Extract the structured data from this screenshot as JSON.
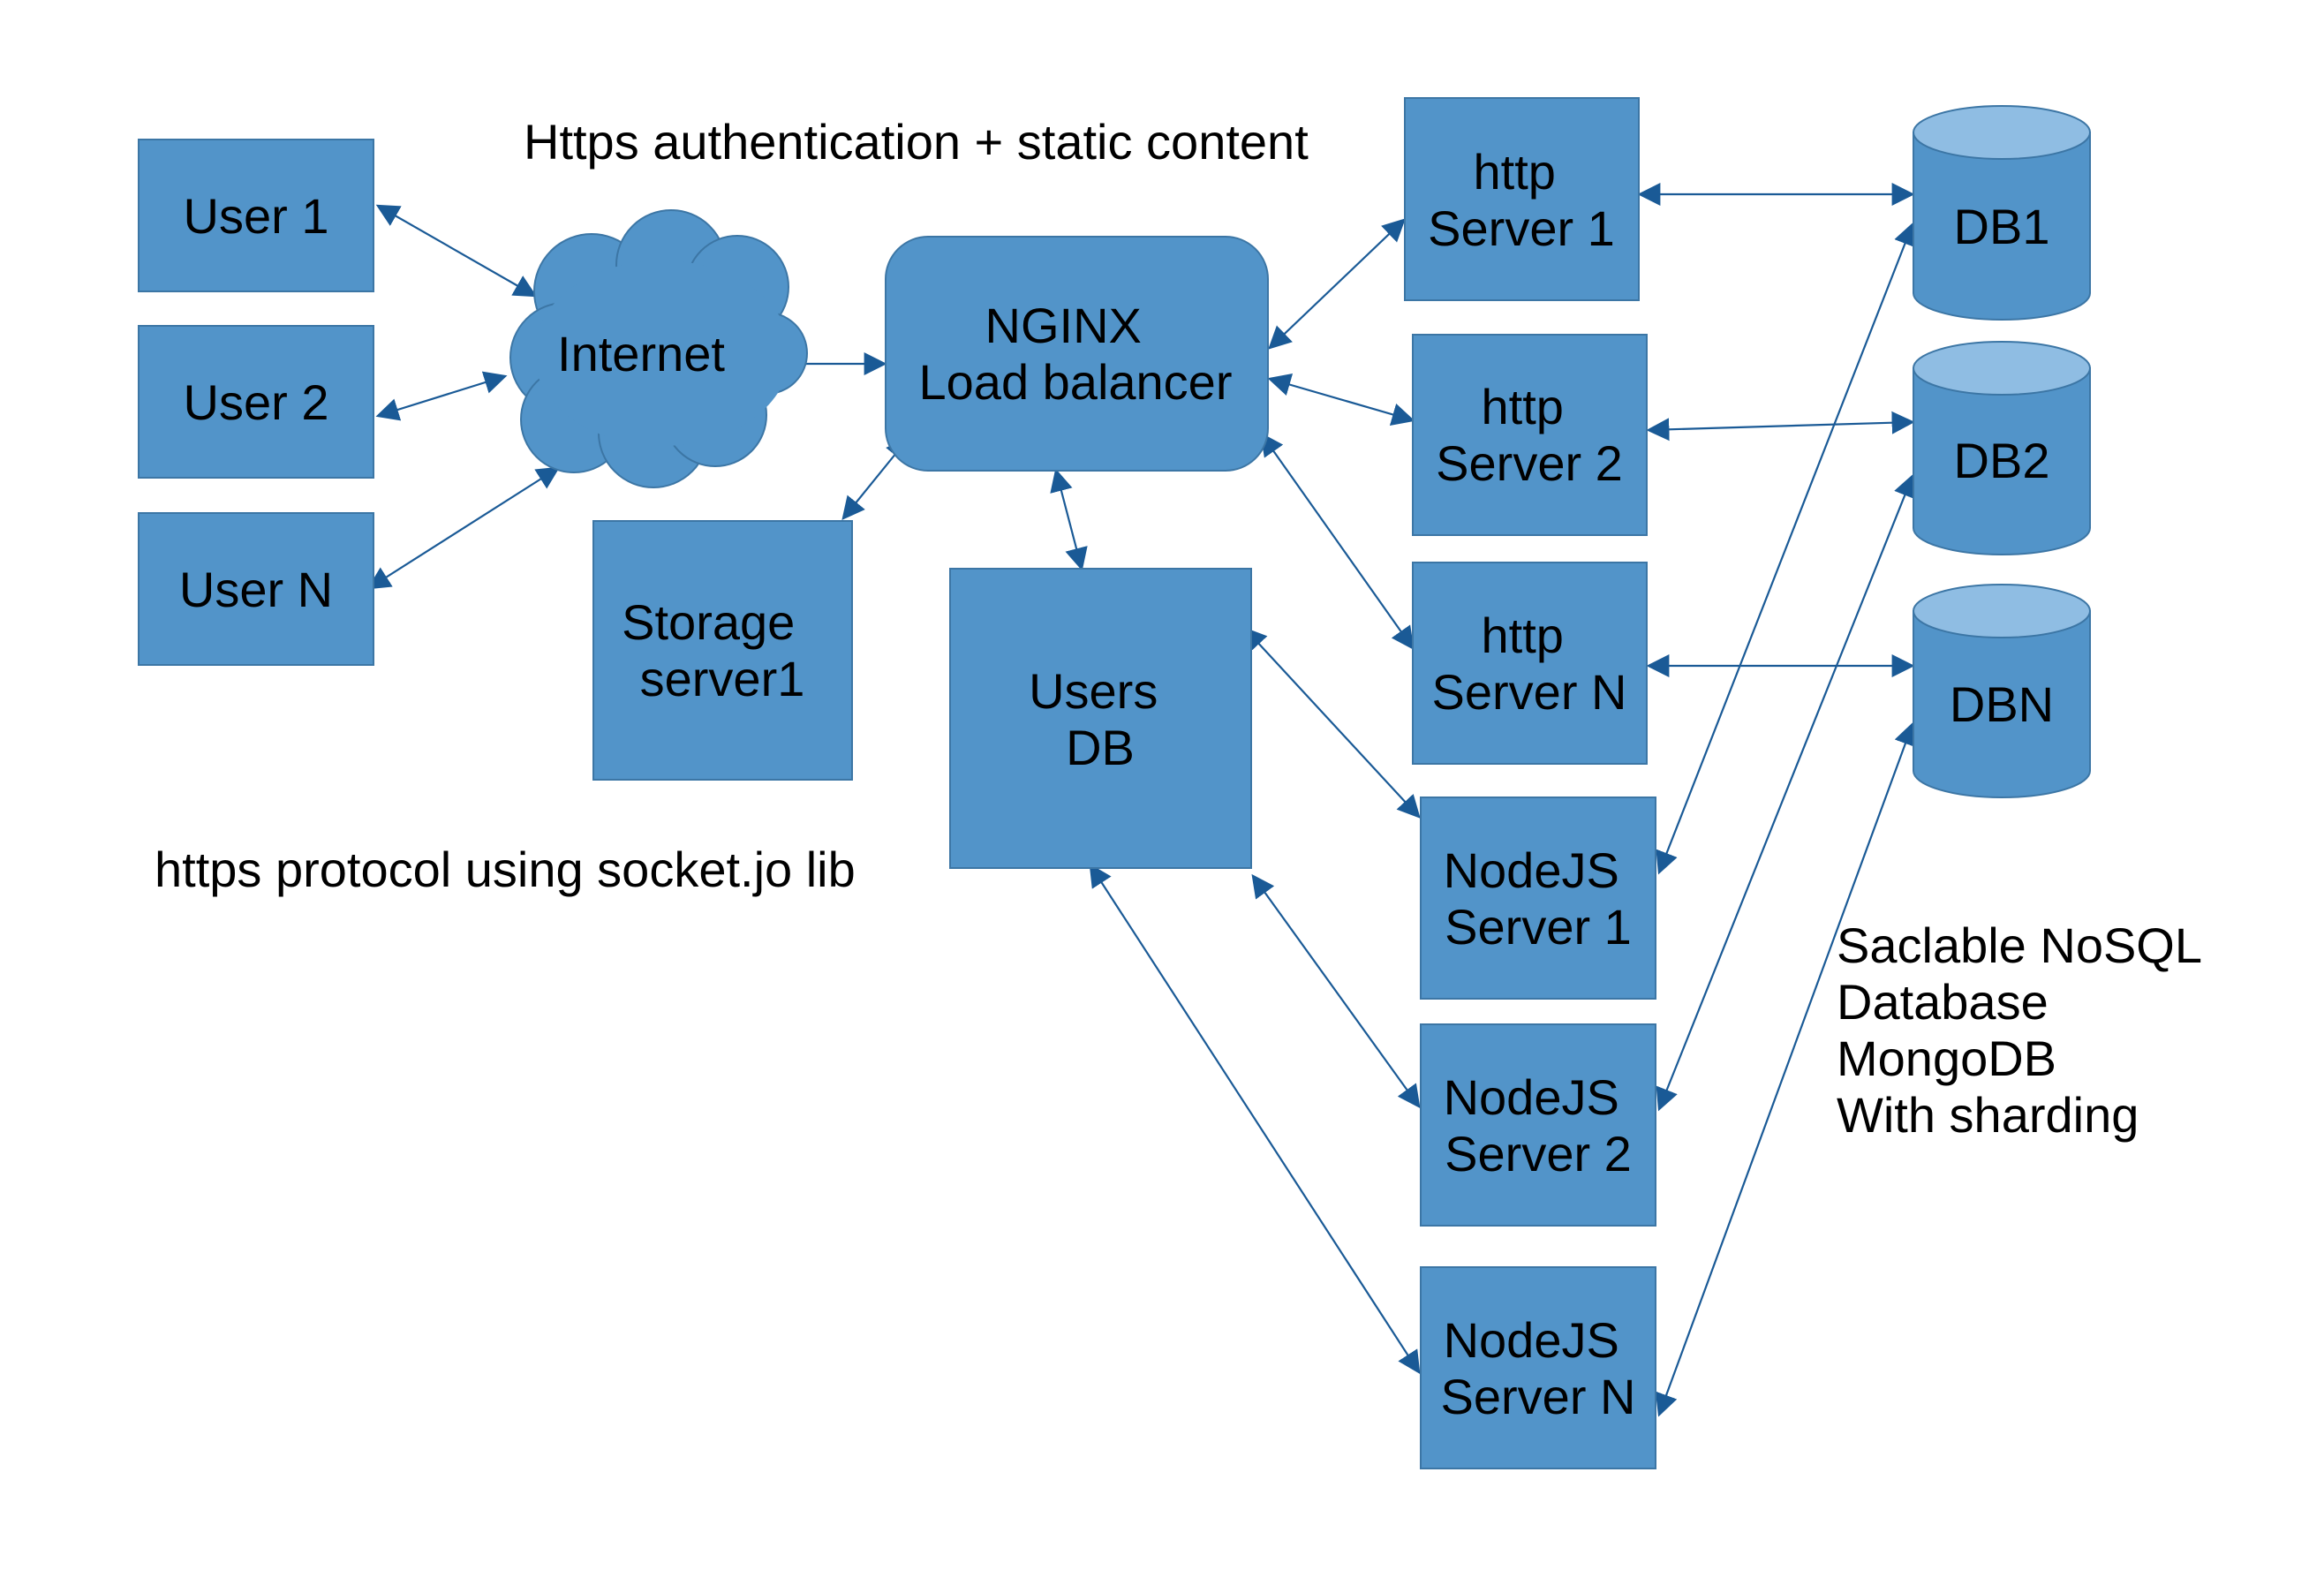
{
  "colors": {
    "box": "#5294c9",
    "box_border": "#3c76a5",
    "cylinder_top": "#8fbde3",
    "connector": "#1a5a96",
    "text": "#000000",
    "background": "#ffffff"
  },
  "nodes": {
    "user1": [
      "User 1"
    ],
    "user2": [
      "User 2"
    ],
    "userN": [
      "User N"
    ],
    "internet": [
      "Internet"
    ],
    "nginx": [
      "NGINX",
      "Load balancer"
    ],
    "storage": [
      "Storage",
      "server1"
    ],
    "usersdb": [
      "Users",
      "DB"
    ],
    "http1": [
      "http",
      "Server 1"
    ],
    "http2": [
      "http",
      "Server 2"
    ],
    "httpN": [
      "http",
      "Server N"
    ],
    "node1": [
      "NodeJS",
      "Server 1"
    ],
    "node2": [
      "NodeJS",
      "Server 2"
    ],
    "nodeN": [
      "NodeJS",
      "Server N"
    ],
    "db1": [
      "DB1"
    ],
    "db2": [
      "DB2"
    ],
    "dbN": [
      "DBN"
    ]
  },
  "captions": {
    "https_auth": [
      "Https authentication + static content"
    ],
    "https_protocol": [
      "https protocol using socket.jo lib"
    ],
    "nosql": [
      "Saclable NoSQL",
      "Database",
      "MongoDB",
      "With sharding"
    ]
  }
}
